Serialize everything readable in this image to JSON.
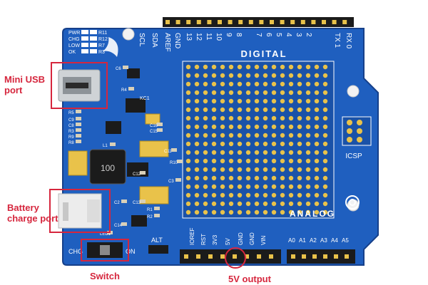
{
  "colors": {
    "board": "#1f5fbf",
    "board_dark": "#17479a",
    "silk": "#ffffff",
    "pad": "#e9c24a",
    "header": "#1b1b1b",
    "callout": "#d6263d"
  },
  "board": {
    "top_header_labels": [
      "SCL",
      "SDA",
      "AREF",
      "GND",
      "13",
      "12",
      "11",
      "10",
      "9",
      "8",
      "7",
      "6",
      "5",
      "4",
      "3",
      "2",
      "TX 1",
      "RX 0"
    ],
    "digital_label": "DIGITAL",
    "analog_label": "ANALOG",
    "power_pin_labels": [
      "IOREF",
      "RST",
      "3V3",
      "5V",
      "GND",
      "GND",
      "VIN"
    ],
    "analog_pin_labels": [
      "A0",
      "A1",
      "A2",
      "A3",
      "A4",
      "A5"
    ],
    "led_labels": [
      "PWR",
      "CHG",
      "LOW",
      "OK"
    ],
    "led_resistors": [
      "R11",
      "R12",
      "R7",
      "R3"
    ],
    "component_labels": [
      "C6",
      "R4",
      "R5",
      "C15",
      "C9",
      "C8",
      "R3",
      "R9",
      "R8",
      "R10",
      "C16",
      "C11",
      "C12",
      "L1",
      "C2",
      "C13",
      "C3",
      "R1",
      "R2",
      "C14",
      "LED1"
    ],
    "inductor_code": "100",
    "icsp_label": "ICSP",
    "alt_label": "ALT",
    "chg_label": "CHG",
    "on_label": "ON",
    "kc1_label": "KC1"
  },
  "callouts": {
    "mini_usb": "Mini USB\nport",
    "battery": "Battery\ncharge port",
    "switch": "Switch",
    "five_v": "5V output"
  }
}
